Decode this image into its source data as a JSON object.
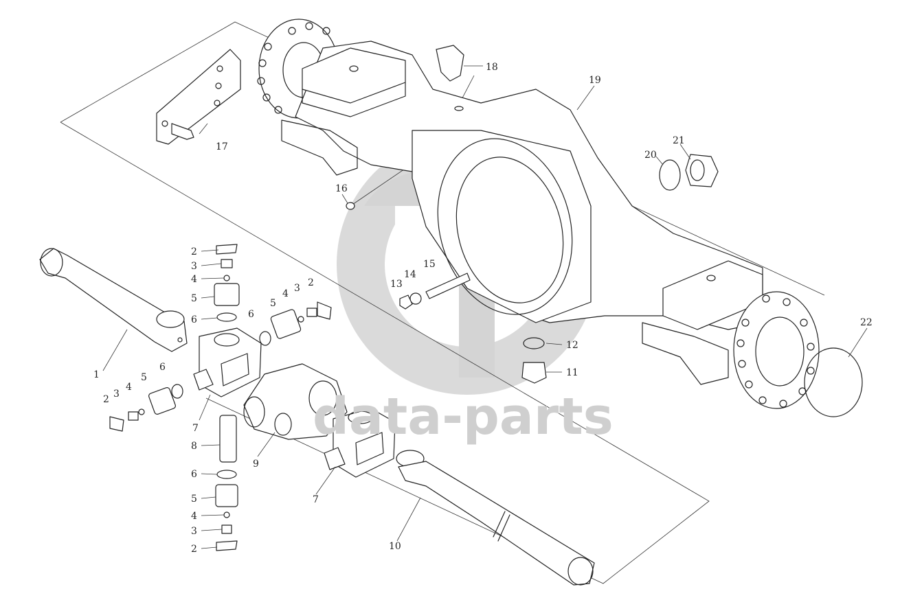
{
  "watermark": {
    "text": "data-parts",
    "color": "#cfcfcf"
  },
  "callouts": [
    {
      "id": "c1",
      "label": "1"
    },
    {
      "id": "c2a",
      "label": "2"
    },
    {
      "id": "c2b",
      "label": "2"
    },
    {
      "id": "c2c",
      "label": "2"
    },
    {
      "id": "c2d",
      "label": "2"
    },
    {
      "id": "c3a",
      "label": "3"
    },
    {
      "id": "c3b",
      "label": "3"
    },
    {
      "id": "c3c",
      "label": "3"
    },
    {
      "id": "c3d",
      "label": "3"
    },
    {
      "id": "c4a",
      "label": "4"
    },
    {
      "id": "c4b",
      "label": "4"
    },
    {
      "id": "c4c",
      "label": "4"
    },
    {
      "id": "c4d",
      "label": "4"
    },
    {
      "id": "c5a",
      "label": "5"
    },
    {
      "id": "c5b",
      "label": "5"
    },
    {
      "id": "c5c",
      "label": "5"
    },
    {
      "id": "c5d",
      "label": "5"
    },
    {
      "id": "c6a",
      "label": "6"
    },
    {
      "id": "c6b",
      "label": "6"
    },
    {
      "id": "c6c",
      "label": "6"
    },
    {
      "id": "c6d",
      "label": "6"
    },
    {
      "id": "c7a",
      "label": "7"
    },
    {
      "id": "c7b",
      "label": "7"
    },
    {
      "id": "c8",
      "label": "8"
    },
    {
      "id": "c9",
      "label": "9"
    },
    {
      "id": "c10",
      "label": "10"
    },
    {
      "id": "c11",
      "label": "11"
    },
    {
      "id": "c12",
      "label": "12"
    },
    {
      "id": "c13",
      "label": "13"
    },
    {
      "id": "c14",
      "label": "14"
    },
    {
      "id": "c15",
      "label": "15"
    },
    {
      "id": "c16",
      "label": "16"
    },
    {
      "id": "c17",
      "label": "17"
    },
    {
      "id": "c18",
      "label": "18"
    },
    {
      "id": "c19",
      "label": "19"
    },
    {
      "id": "c20",
      "label": "20"
    },
    {
      "id": "c21",
      "label": "21"
    },
    {
      "id": "c22",
      "label": "22"
    }
  ]
}
